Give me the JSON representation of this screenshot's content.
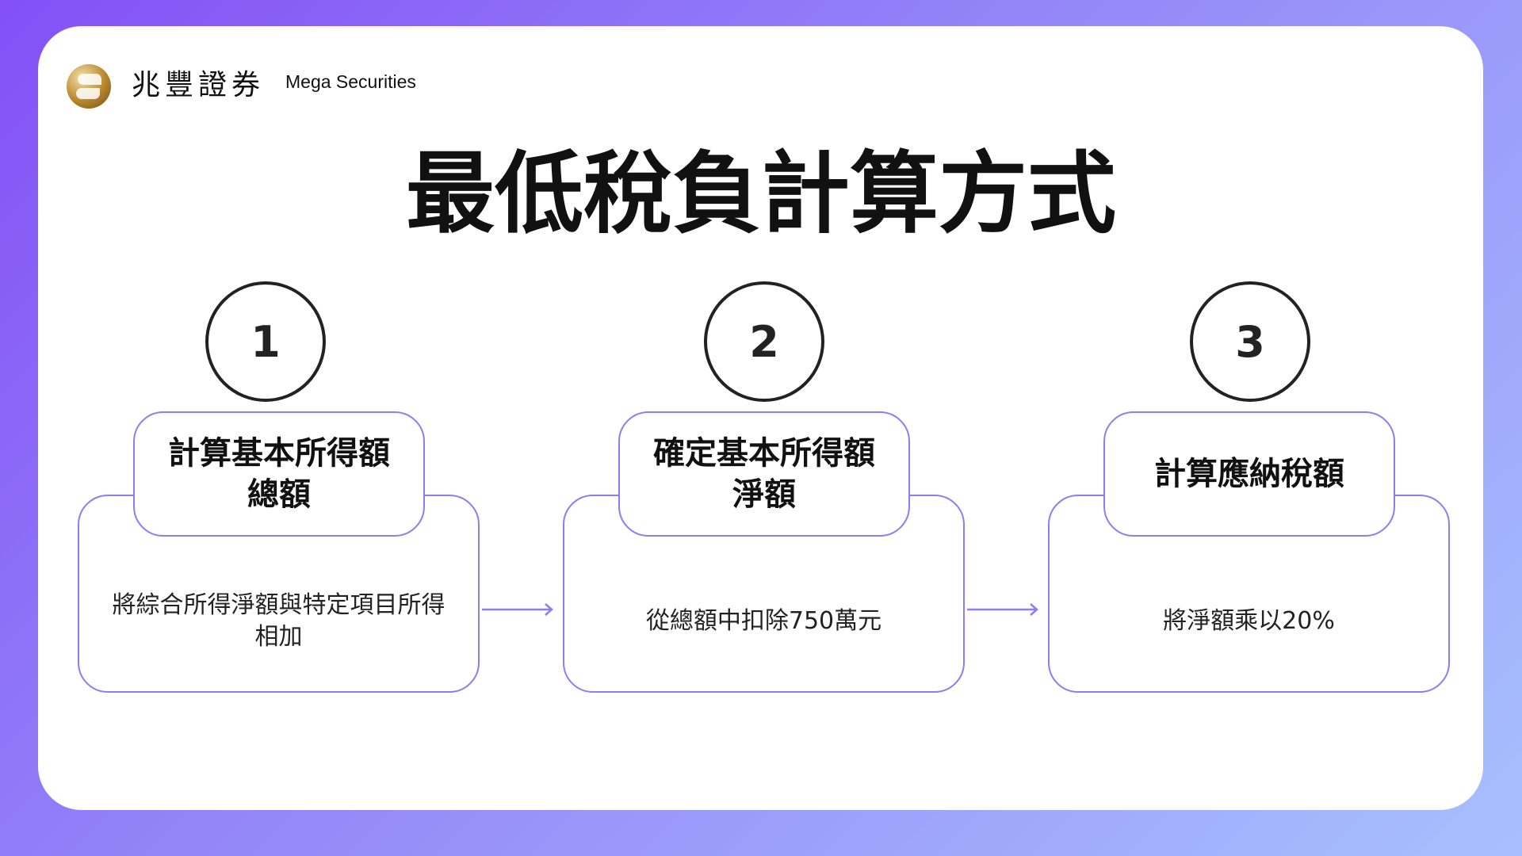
{
  "brand": {
    "name_zh": "兆豐證券",
    "name_en": "Mega Securities"
  },
  "title": "最低稅負計算方式",
  "steps": [
    {
      "number": "1",
      "heading": "計算基本所得額總額",
      "description": "將綜合所得淨額與特定項目所得相加"
    },
    {
      "number": "2",
      "heading": "確定基本所得額淨額",
      "description": "從總額中扣除750萬元"
    },
    {
      "number": "3",
      "heading": "計算應納稅額",
      "description": "將淨額乘以20%"
    }
  ],
  "colors": {
    "accent": "#8f7cf4",
    "text": "#111111"
  }
}
